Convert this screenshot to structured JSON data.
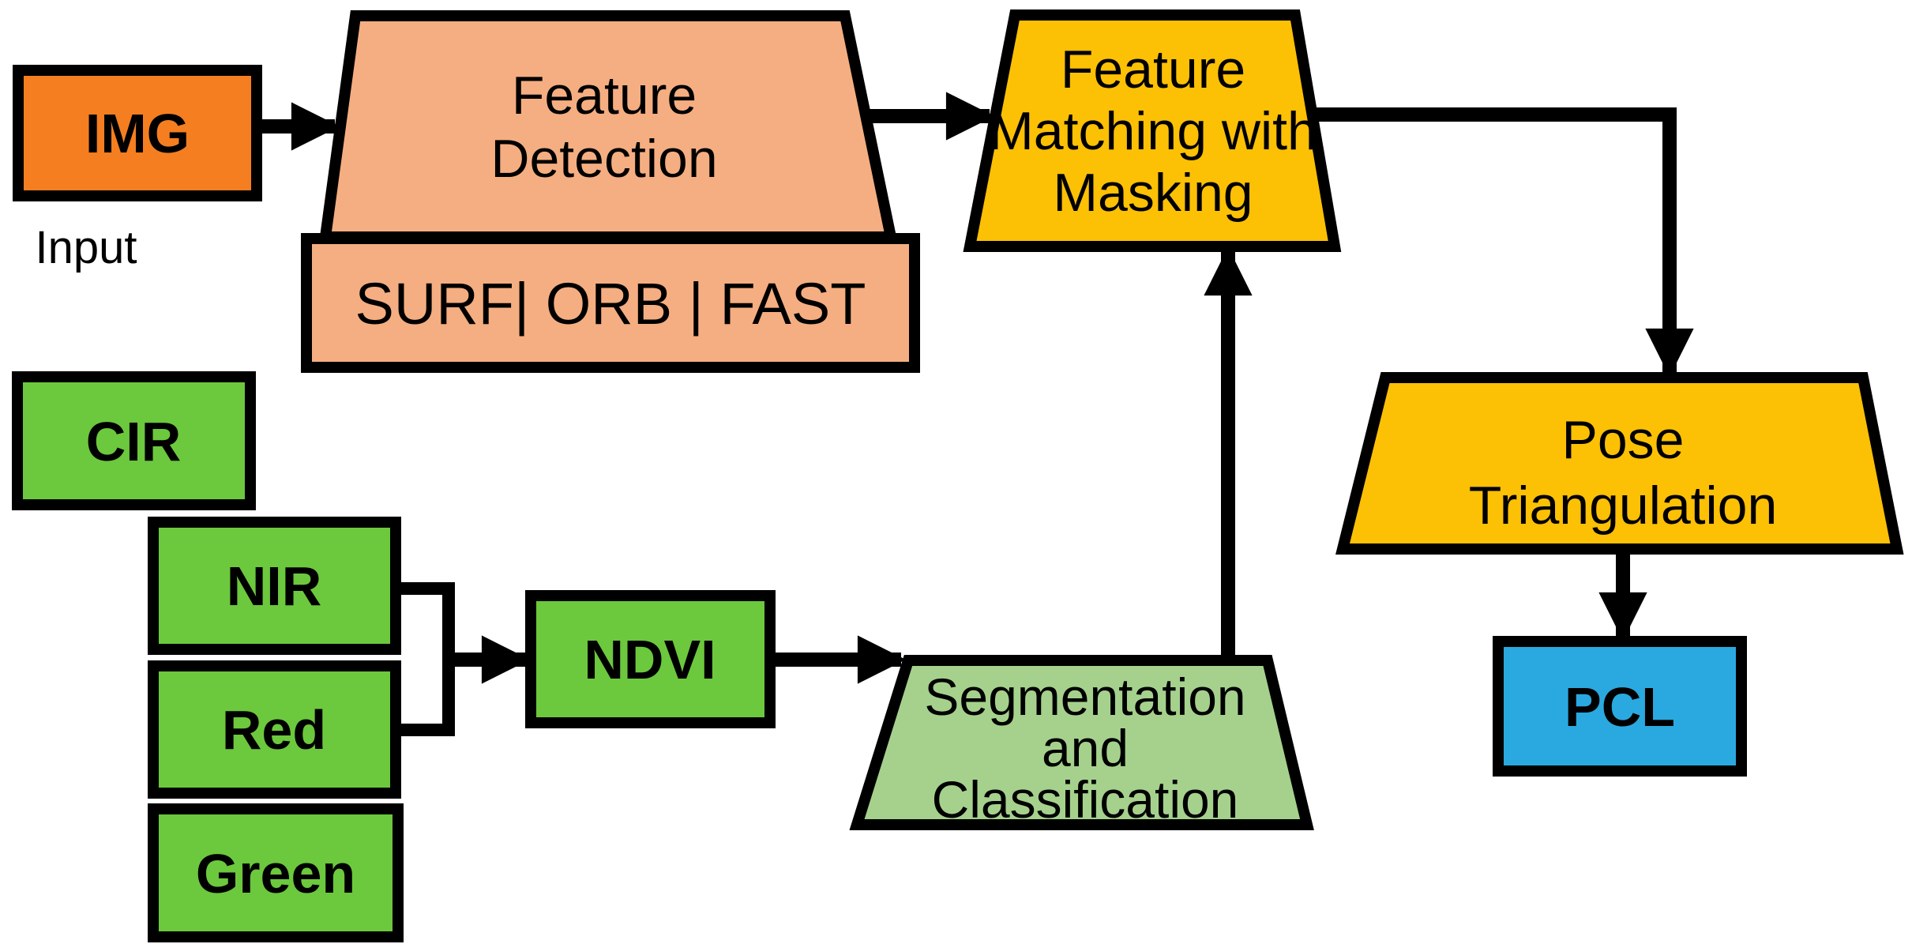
{
  "diagram": {
    "input_label": "Input",
    "nodes": {
      "img": {
        "label": "IMG"
      },
      "cir": {
        "label": "CIR"
      },
      "nir": {
        "label": "NIR"
      },
      "red": {
        "label": "Red"
      },
      "green": {
        "label": "Green"
      },
      "ndvi": {
        "label": "NDVI"
      },
      "pcl": {
        "label": "PCL"
      },
      "feature_detection": {
        "lines": [
          "Feature",
          "Detection"
        ],
        "methods": "SURF| ORB | FAST"
      },
      "feature_matching": {
        "lines": [
          "Feature",
          "Matching with",
          "Masking"
        ]
      },
      "segmentation": {
        "lines": [
          "Segmentation",
          "and",
          "Classification"
        ]
      },
      "pose_triangulation": {
        "lines": [
          "Pose",
          "Triangulation"
        ]
      }
    },
    "connections": [
      {
        "from": "IMG",
        "to": "Feature Detection"
      },
      {
        "from": "Feature Detection",
        "to": "Feature Matching with Masking"
      },
      {
        "from": "Feature Matching with Masking",
        "to": "Pose Triangulation"
      },
      {
        "from": "Pose Triangulation",
        "to": "PCL"
      },
      {
        "from": "NIR",
        "to": "NDVI"
      },
      {
        "from": "Red",
        "to": "NDVI"
      },
      {
        "from": "NDVI",
        "to": "Segmentation and Classification"
      },
      {
        "from": "Segmentation and Classification",
        "to": "Feature Matching with Masking"
      }
    ],
    "colors": {
      "orange": "#F57E20",
      "peach": "#F5AE81",
      "gold": "#FCC005",
      "green": "#6CC83D",
      "light_green": "#A5D18D",
      "blue": "#2AA9E0",
      "outline": "#000000",
      "text": "#000000",
      "background": "#FFFFFF"
    }
  }
}
